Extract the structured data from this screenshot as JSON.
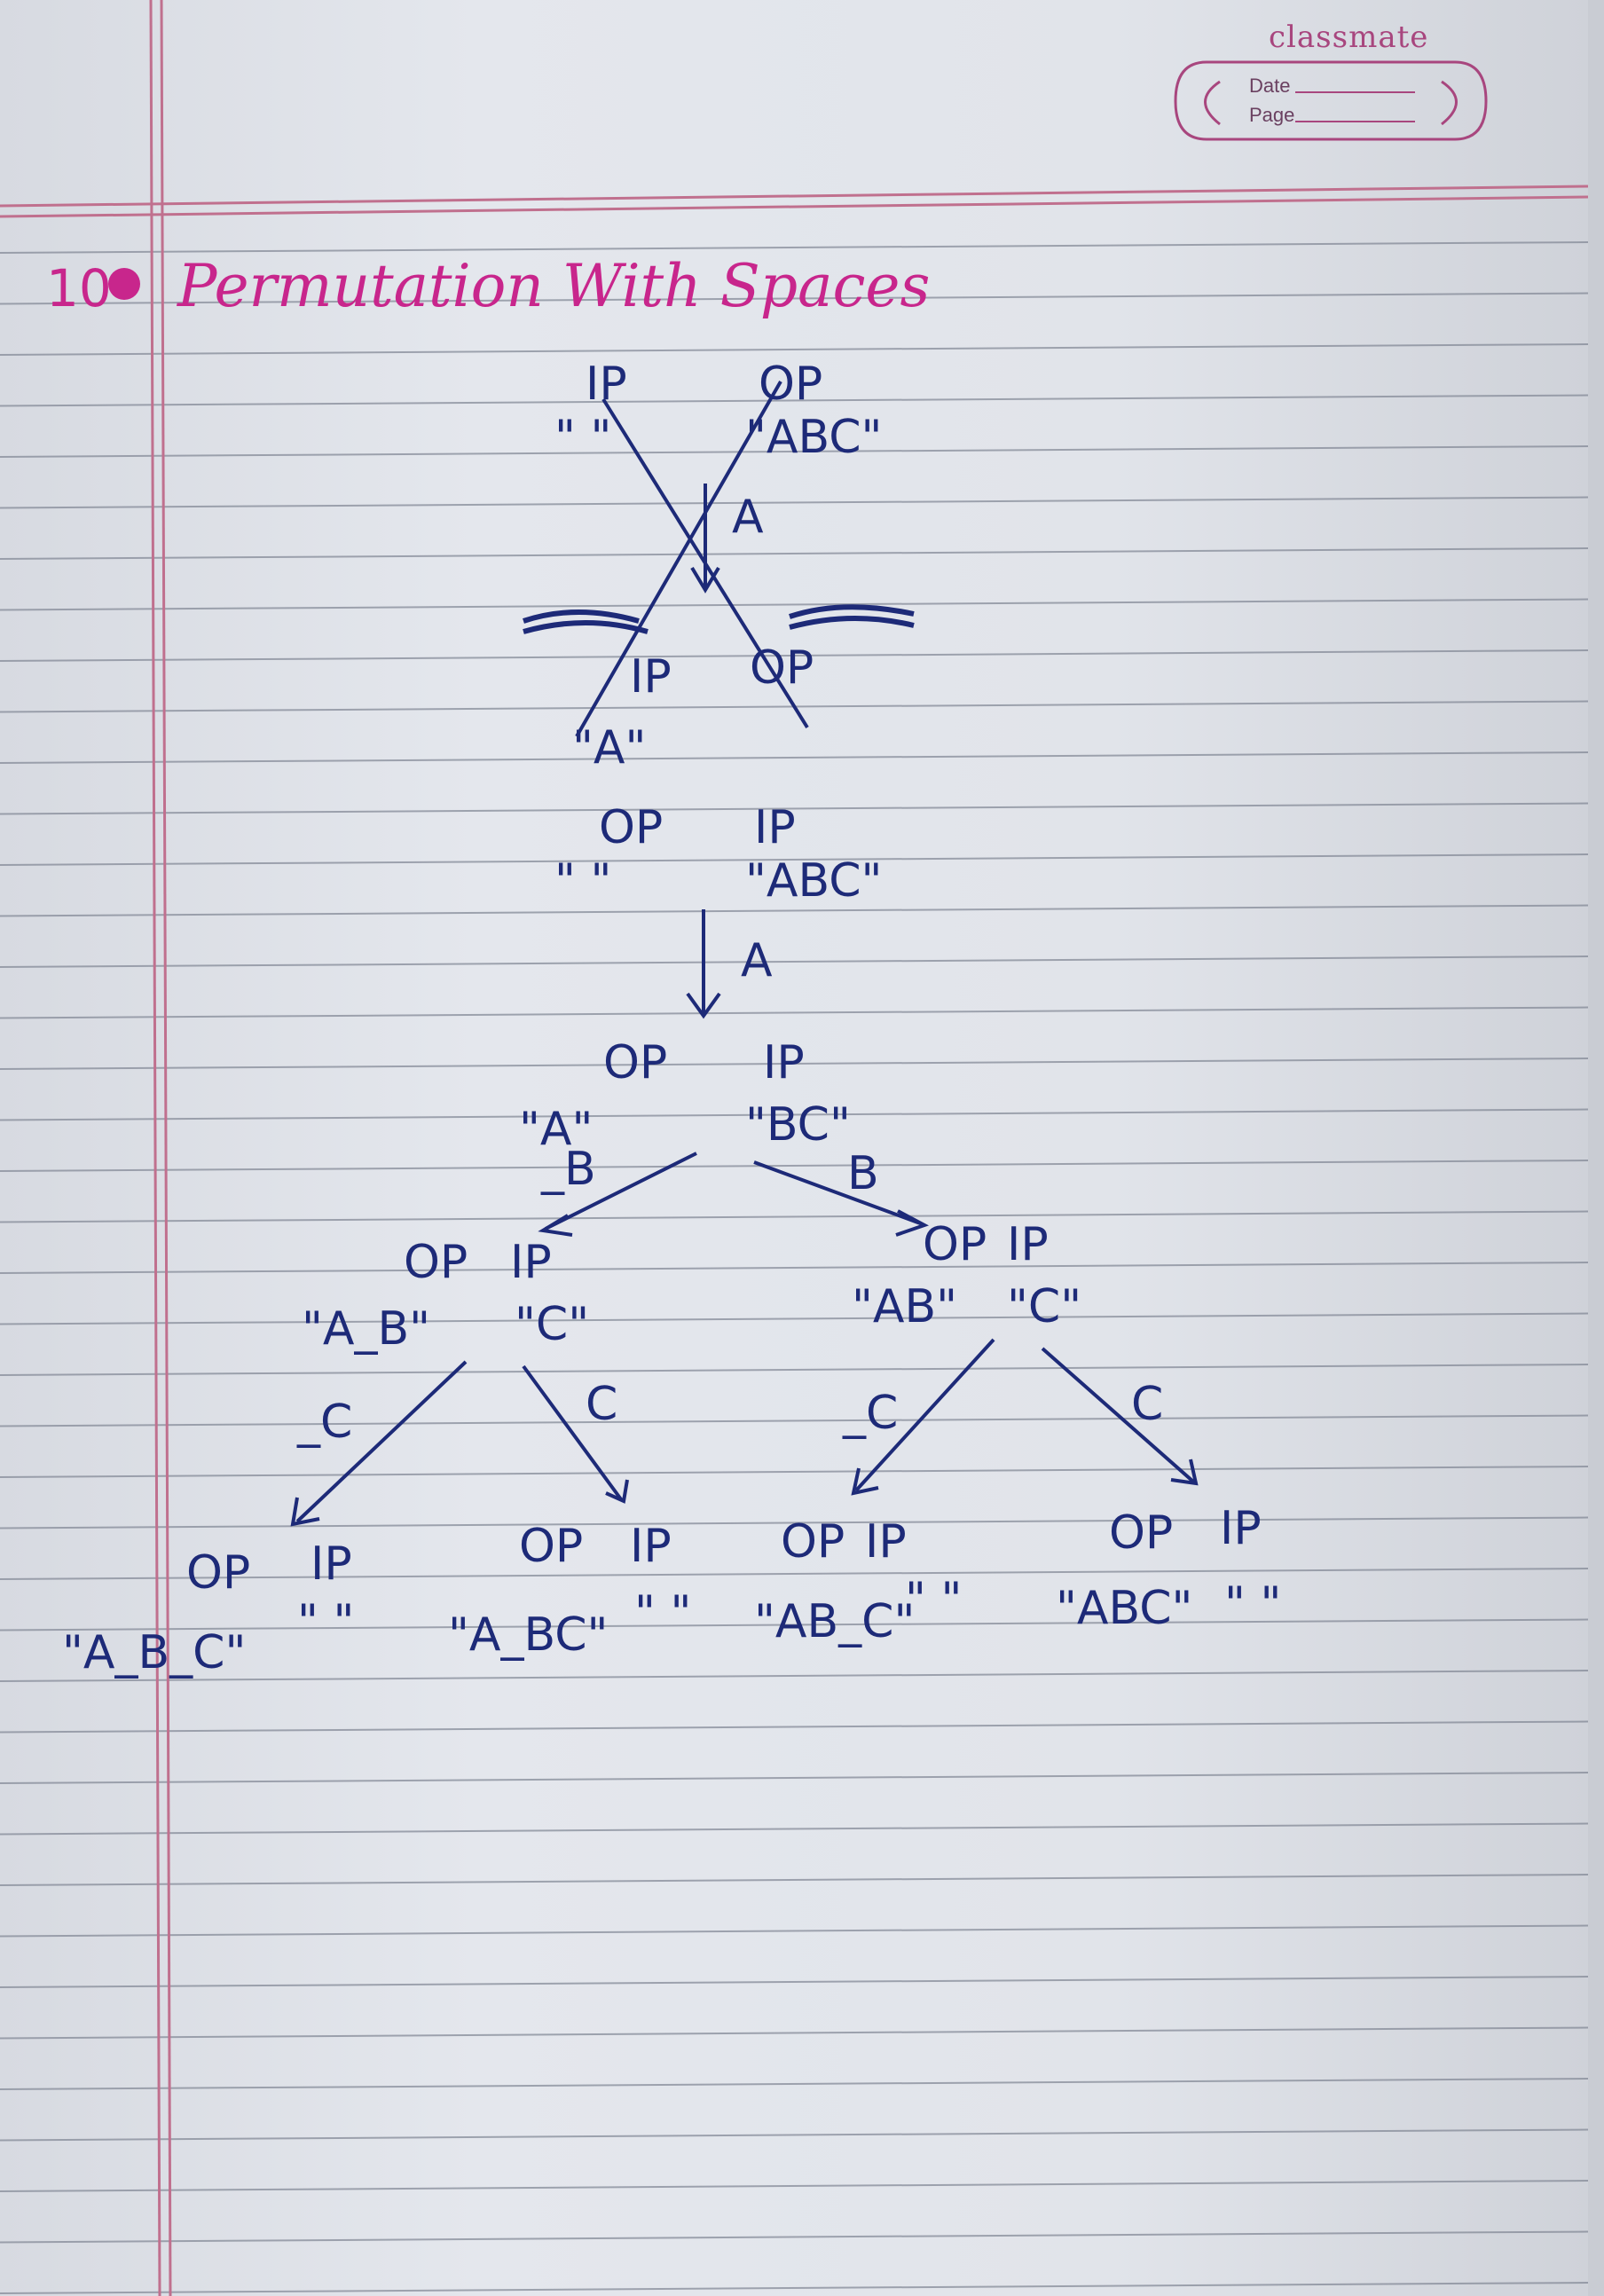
{
  "brand": "classmate",
  "header_fields": {
    "date_label": "Date",
    "page_label": "Page"
  },
  "heading": {
    "number": "10",
    "title": "Permutation With Spaces"
  },
  "diagram": {
    "step1": {
      "ip_label": "IP",
      "op_label": "OP",
      "ip_value": "\" \"",
      "op_value": "\"ABC\"",
      "edge": "A",
      "result_ip": "IP",
      "result_op": "OP",
      "result_value": "\"A\""
    },
    "step2": {
      "op_label": "OP",
      "ip_label": "IP",
      "op_value": "\" \"",
      "ip_value": "\"ABC\"",
      "edge": "A"
    },
    "root": {
      "op_label": "OP",
      "ip_label": "IP",
      "op_value": "\"A\"",
      "ip_value": "\"BC\""
    },
    "level1": [
      {
        "edge": "_B",
        "op_label": "OP",
        "ip_label": "IP",
        "op_value": "\"A_B\"",
        "ip_value": "\"C\""
      },
      {
        "edge": "B",
        "op_label": "OP",
        "ip_label": "IP",
        "op_value": "\"AB\"",
        "ip_value": "\"C\""
      }
    ],
    "level2": [
      {
        "edge": "_C",
        "op_label": "OP",
        "ip_label": "IP",
        "op_value": "\"A_B_C\"",
        "ip_value": "\" \""
      },
      {
        "edge": "C",
        "op_label": "OP",
        "ip_label": "IP",
        "op_value": "\"A_BC\"",
        "ip_value": "\" \""
      },
      {
        "edge": "_C",
        "op_label": "OP",
        "ip_label": "IP",
        "op_value": "\"AB_C\"",
        "ip_value": "\" \""
      },
      {
        "edge": "C",
        "op_label": "OP",
        "ip_label": "IP",
        "op_value": "\"ABC\"",
        "ip_value": "\" \""
      }
    ]
  }
}
